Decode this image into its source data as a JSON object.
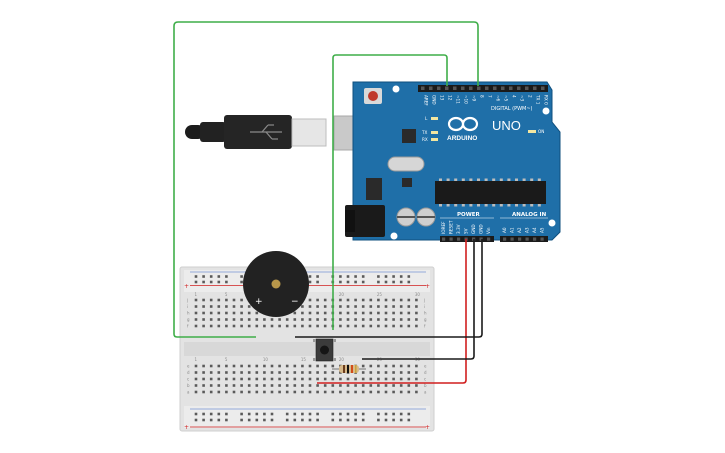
{
  "arduino": {
    "brand": "ARDUINO",
    "model": "UNO",
    "digital_label": "DIGITAL (PWM~)",
    "power_label": "POWER",
    "analog_label": "ANALOG IN",
    "led_l": "L",
    "led_tx": "TX",
    "led_rx": "RX",
    "led_on": "ON",
    "digital_pins": [
      "AREF",
      "GND",
      "13",
      "12",
      "~11",
      "~10",
      "~9",
      "8",
      "7",
      "~6",
      "~5",
      "4",
      "~3",
      "2",
      "TX 1",
      "RX 0"
    ],
    "power_pins": [
      "IOREF",
      "RESET",
      "3.3V",
      "5V",
      "GND",
      "GND",
      "Vin"
    ],
    "analog_pins": [
      "A0",
      "A1",
      "A2",
      "A3",
      "A4",
      "A5"
    ]
  },
  "breadboard": {
    "row_letters_top": [
      "j",
      "i",
      "h",
      "g",
      "f"
    ],
    "row_letters_bottom": [
      "e",
      "d",
      "c",
      "b",
      "a"
    ],
    "col_numbers": [
      "1",
      "5",
      "10",
      "15",
      "20",
      "25",
      "30"
    ],
    "rail_plus": "+",
    "rail_minus": "−"
  },
  "buzzer": {
    "plus": "+",
    "minus": "−"
  },
  "colors": {
    "board_blue": "#1f6fa8",
    "wire_green": "#3fae49",
    "wire_red": "#d11f1f",
    "wire_black": "#1a1a1a",
    "breadboard": "#e8e8e8"
  }
}
